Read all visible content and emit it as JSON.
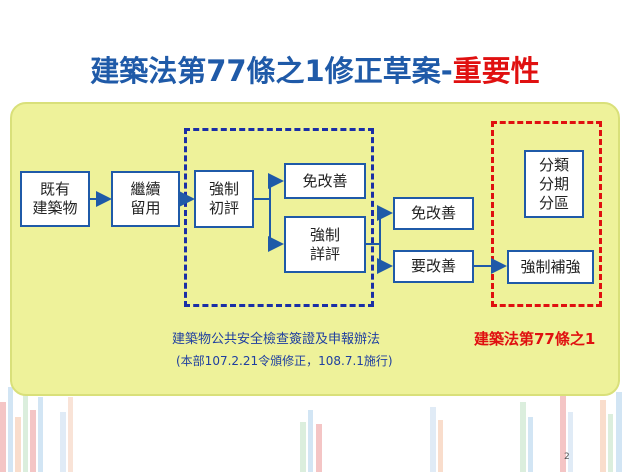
{
  "title": {
    "main": "建築法第77條之1修正草案-",
    "highlight": "重要性"
  },
  "boxes": {
    "existing": "既有\n建築物",
    "continue_use": "繼續\n留用",
    "mandatory_initial": "強制\n初評",
    "no_improve_1": "免改善",
    "mandatory_detailed": "強制\n詳評",
    "no_improve_2": "免改善",
    "need_improve": "要改善",
    "mandatory_reinforce": "強制補強",
    "classification": "分類\n分期\n分區"
  },
  "captions": {
    "regulation": "建築物公共安全檢查簽證及申報辦法",
    "amendment": "(本部107.2.21令頒修正，108.7.1施行)",
    "article": "建築法第77條之1"
  },
  "page_number": "2",
  "colors": {
    "title_blue": "#1f5aa8",
    "accent_red": "#e01010",
    "panel": "#eef29a",
    "dash_blue": "#1a2fa6"
  }
}
